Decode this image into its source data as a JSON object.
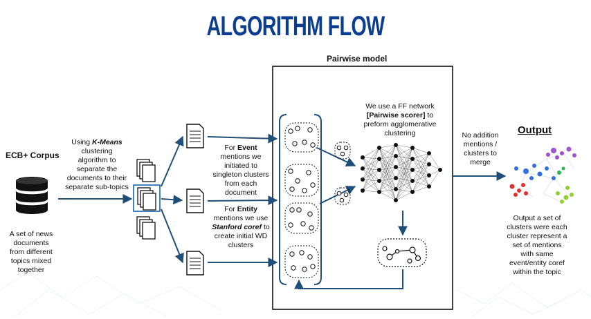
{
  "title": "ALGORITHM FLOW",
  "pairwise_title": "Pairwise model",
  "corpus": {
    "label": "ECB+ Corpus",
    "desc": [
      "A set of news",
      "documents",
      "from different",
      "topics mixed",
      "together"
    ]
  },
  "kmeans": {
    "l1_pre": "Using ",
    "l1_em": "K-Means",
    "l2": "clustering",
    "l3": "algorithm to",
    "l4": "separate the",
    "l5": "documents to their",
    "l6": "separate sub-topics"
  },
  "event": {
    "l1_pre": "For ",
    "l1_b": "Event",
    "l2": "mentions we",
    "l3": "initiated to",
    "l4": "singleton clusters",
    "l5": "from each",
    "l6": "document"
  },
  "entity": {
    "l1_pre": "For ",
    "l1_b": "Entity",
    "l2": "mentions we use",
    "l3_em": "Stanford coref",
    "l3_post": " to",
    "l4": "create initial WD",
    "l5": "clusters"
  },
  "ff": {
    "l1": "We use a FF network",
    "l2_b": "[Pairwise scorer]",
    "l2_post": " to",
    "l3": "preform agglomerative",
    "l4": "clustering"
  },
  "merge": [
    "No addition",
    "mentions /",
    "clusters to",
    "merge"
  ],
  "output": {
    "heading": "Output",
    "desc": [
      "Output a set of",
      "clusters were each",
      "cluster represent a",
      "set of mentions",
      "with same",
      "event/entity coref",
      "within the topic"
    ]
  },
  "colors": {
    "title": "#0b3d91",
    "arrow": "#1f4e79",
    "highlight": "#2e75b6",
    "database": "#111111",
    "graph_red": "#e03030",
    "graph_purple": "#a050d0",
    "graph_green": "#90d030",
    "graph_blue": "#3070e0"
  }
}
